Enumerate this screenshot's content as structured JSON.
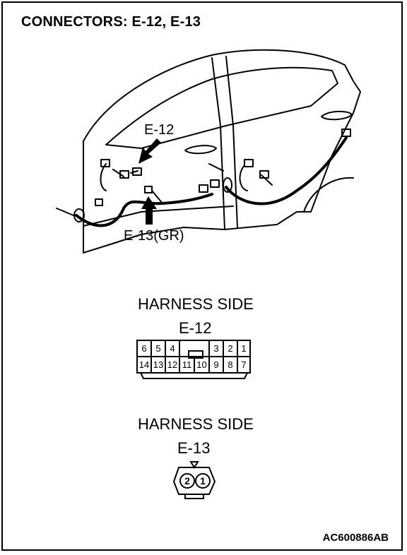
{
  "title": "CONNECTORS: E-12, E-13",
  "callouts": {
    "e12": "E-12",
    "e13": "E-13(GR)"
  },
  "connector_e12": {
    "side_label": "HARNESS SIDE",
    "name": "E-12",
    "top_row": [
      "6",
      "5",
      "4",
      "3",
      "2",
      "1"
    ],
    "bottom_row": [
      "14",
      "13",
      "12",
      "11",
      "10",
      "9",
      "8",
      "7"
    ]
  },
  "connector_e13": {
    "side_label": "HARNESS SIDE",
    "name": "E-13",
    "pins": [
      "2",
      "1"
    ]
  },
  "figure_code": "AC600886AB"
}
